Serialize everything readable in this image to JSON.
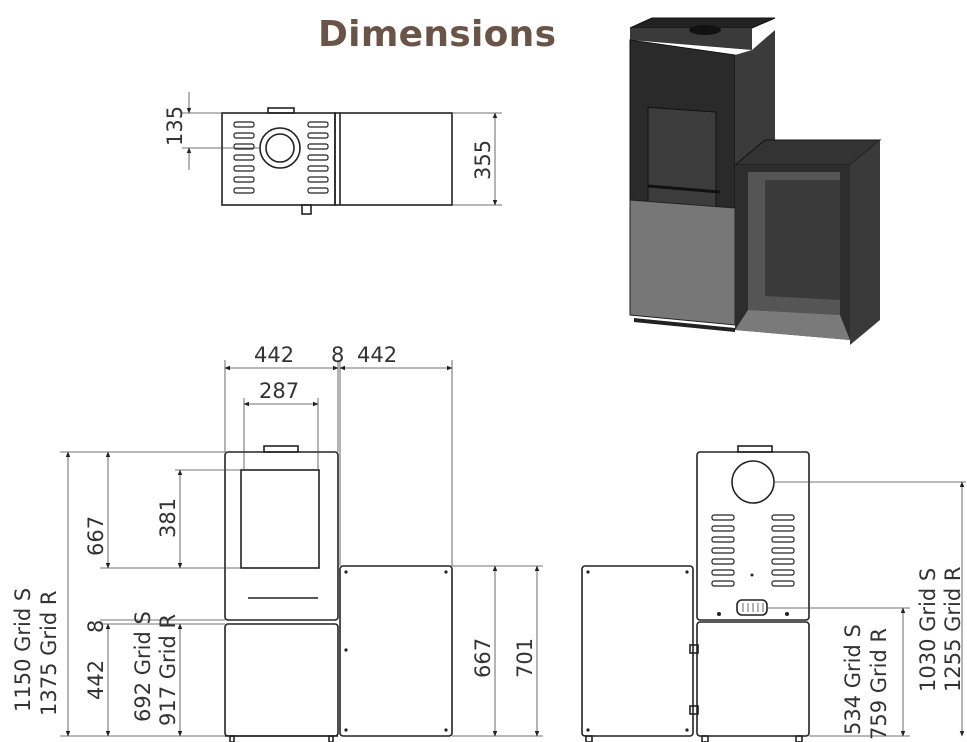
{
  "title": "Dimensions",
  "top_view": {
    "d135": "135",
    "d355": "355"
  },
  "front_view": {
    "w442a": "442",
    "w8": "8",
    "w442b": "442",
    "w287": "287",
    "h381": "381",
    "h667a": "667",
    "h8": "8",
    "h442": "442",
    "h1150": "1150 Grid S",
    "h1375": "1375 Grid R",
    "h692": "692 Grid S",
    "h917": "917 Grid R",
    "h667b": "667",
    "h701": "701"
  },
  "rear_view": {
    "h534": "534 Grid S",
    "h759": "759 Grid R",
    "h1030": "1030 Grid S",
    "h1255": "1255 Grid R"
  },
  "colors": {
    "title": "#6a5447",
    "stove_body": "#2f2f2f",
    "stove_lower_panel": "#777777"
  }
}
